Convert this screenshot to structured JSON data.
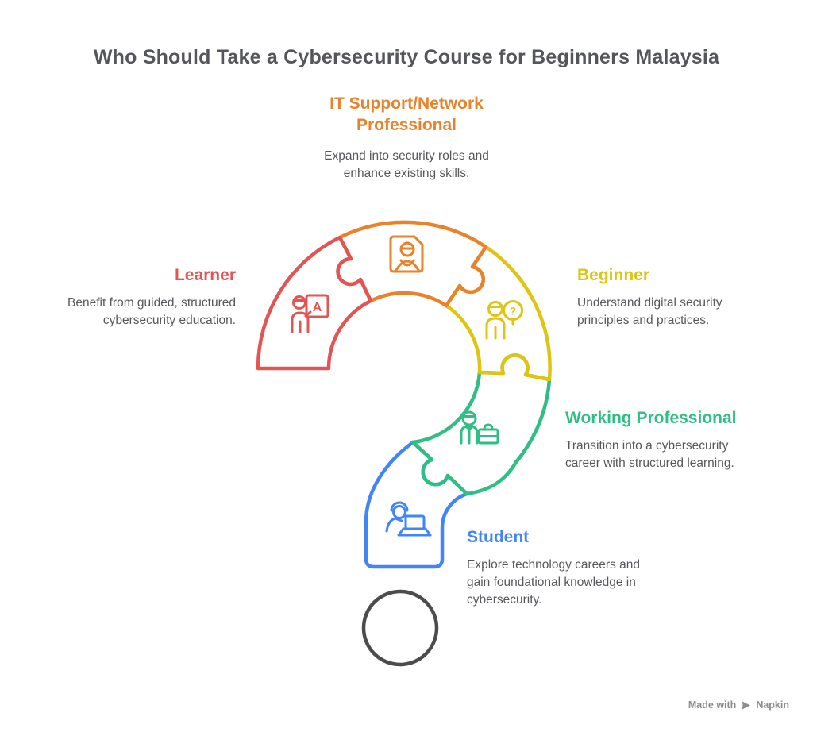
{
  "title": "Who Should Take a Cybersecurity Course for Beginners Malaysia",
  "colors": {
    "red": "#E15654",
    "orange": "#E8832C",
    "yellow": "#DFC511",
    "green": "#2FBE84",
    "blue": "#4286F5",
    "heading_gray": "#55565A",
    "body_gray": "#57585C",
    "dot_gray": "#4B4C4E",
    "watermark_gray": "#8C8C8C"
  },
  "sections": {
    "it_support": {
      "heading_lines": [
        "IT Support/Network",
        "Professional"
      ],
      "description_lines": [
        "Expand into security roles and",
        "enhance existing skills."
      ],
      "color": "#E8832C",
      "icon": "support-badge-icon"
    },
    "learner": {
      "heading": "Learner",
      "description_lines": [
        "Benefit from guided, structured",
        "cybersecurity education."
      ],
      "color": "#E15654",
      "icon": "teacher-board-icon",
      "board_letter": "A"
    },
    "beginner": {
      "heading": "Beginner",
      "description_lines": [
        "Understand digital security",
        "principles and practices."
      ],
      "color": "#DFC511",
      "icon": "person-question-icon",
      "question_glyph": "?"
    },
    "working_professional": {
      "heading": "Working Professional",
      "description_lines": [
        "Transition into a cybersecurity",
        "career with structured learning."
      ],
      "color": "#2FBE84",
      "icon": "person-briefcase-icon"
    },
    "student": {
      "heading": "Student",
      "description_lines": [
        "Explore technology careers and",
        "gain foundational knowledge in",
        "cybersecurity."
      ],
      "color": "#4286F5",
      "icon": "person-laptop-icon"
    }
  },
  "figure": {
    "shape": "question-mark made of 5 puzzle pieces plus dot"
  },
  "watermark": {
    "prefix": "Made with",
    "brand": "Napkin"
  }
}
